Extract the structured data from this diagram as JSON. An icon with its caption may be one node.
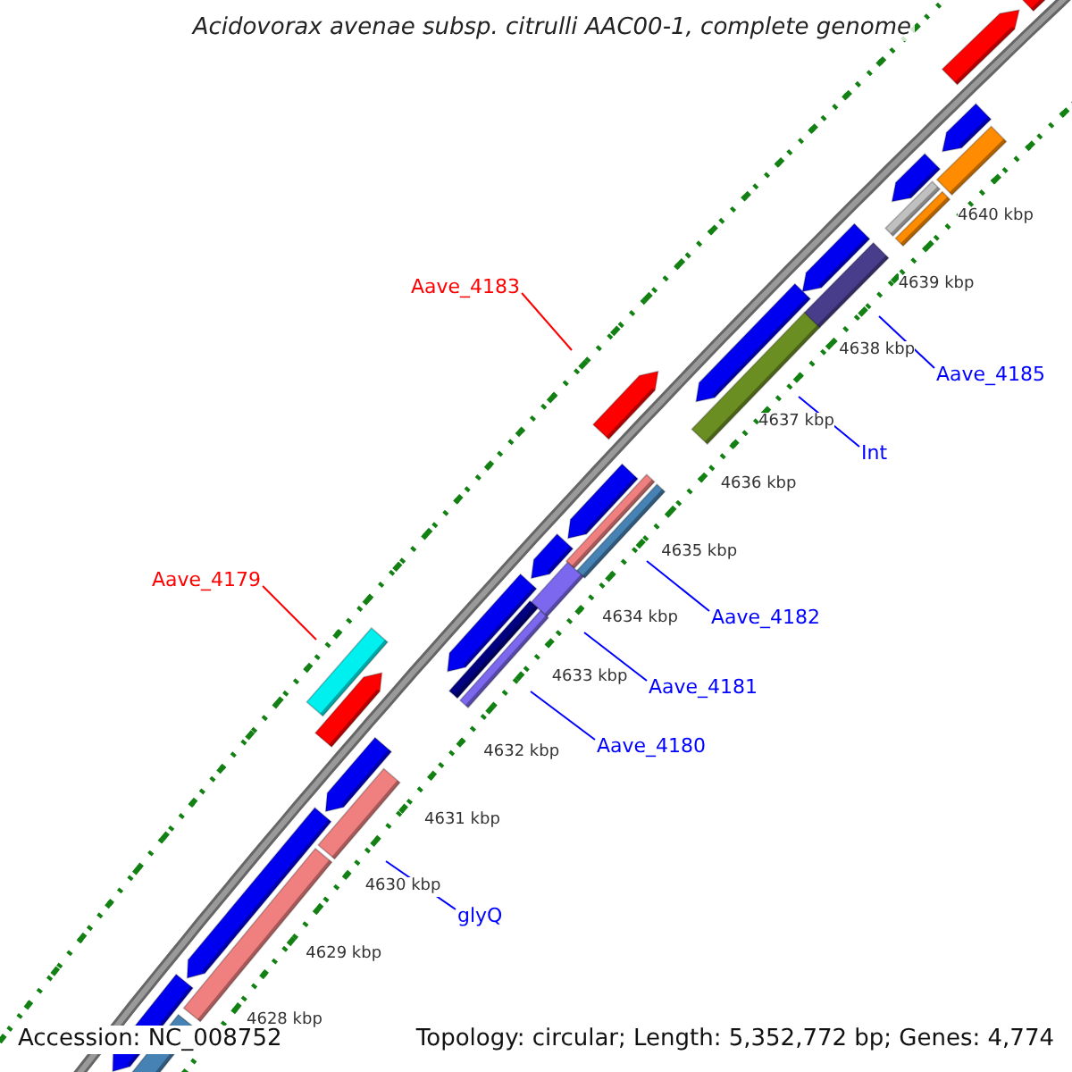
{
  "diagram": {
    "title": "Acidovorax avenae subsp. citrulli AAC00-1, complete genome",
    "nodes": [
      {
        "text": [
          "Aave_4183"
        ]
      },
      {
        "text": [
          "Aave_4185"
        ]
      },
      {
        "text": [
          "Int"
        ]
      },
      {
        "text": [
          "Aave_4179"
        ]
      },
      {
        "text": [
          "Aave_4182"
        ]
      },
      {
        "text": [
          "Aave_4181"
        ]
      },
      {
        "text": [
          "Aave_4180"
        ]
      },
      {
        "text": [
          "glyQ"
        ]
      }
    ],
    "edges": [
      {
        "from": 0,
        "to": null,
        "arrow": "none",
        "color": "#ff0000"
      },
      {
        "from": 1,
        "to": null,
        "arrow": "none"
      },
      {
        "from": 2,
        "to": null,
        "arrow": "none"
      },
      {
        "from": 3,
        "to": null,
        "arrow": "none",
        "color": "#ff0000"
      },
      {
        "from": 4,
        "to": null,
        "arrow": "none"
      },
      {
        "from": 5,
        "to": null,
        "arrow": "none"
      },
      {
        "from": 6,
        "to": null,
        "arrow": "none"
      },
      {
        "from": 7,
        "to": null,
        "arrow": "none"
      }
    ],
    "labels": [
      "4640 kbp",
      "4639 kbp",
      "4638 kbp",
      "4637 kbp",
      "4636 kbp",
      "4635 kbp",
      "4634 kbp",
      "4633 kbp",
      "4632 kbp",
      "4631 kbp",
      "4630 kbp",
      "4629 kbp",
      "4628 kbp",
      "Accession: NC_008752",
      "Topology: circular; Length: 5,352,772 bp; Genes: 4,774"
    ]
  }
}
